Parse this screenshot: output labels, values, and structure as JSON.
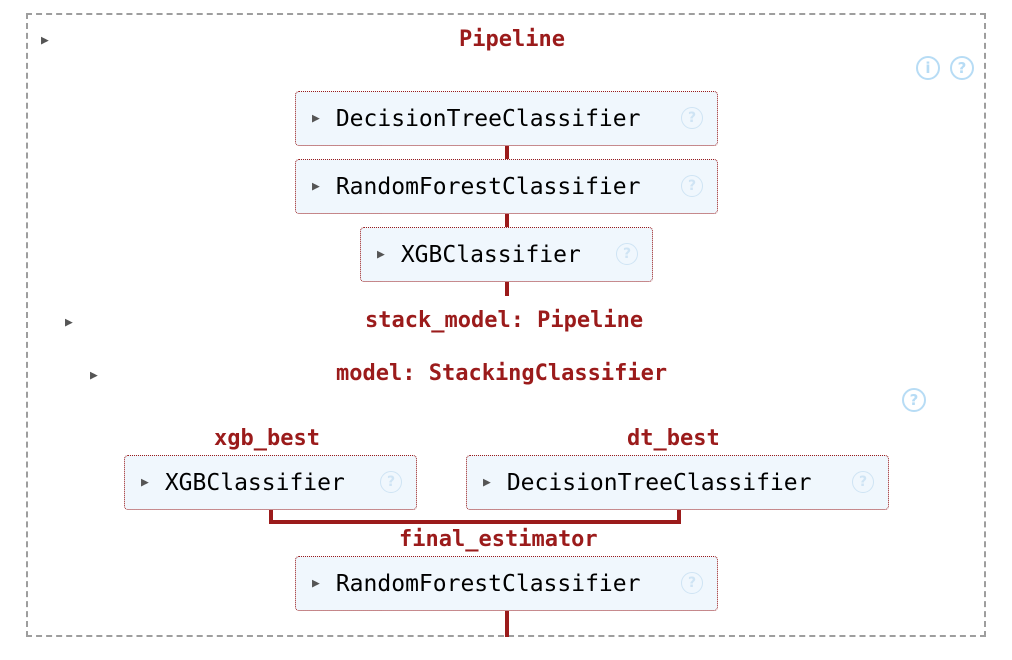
{
  "pipeline": {
    "title": "Pipeline",
    "info_icon_glyph": "i",
    "help_icon_glyph": "?"
  },
  "steps": [
    {
      "label": "DecisionTreeClassifier"
    },
    {
      "label": "RandomForestClassifier"
    },
    {
      "label": "XGBClassifier"
    }
  ],
  "stack_model": {
    "title": "stack_model: Pipeline"
  },
  "model": {
    "title": "model: StackingClassifier",
    "help_icon_glyph": "?"
  },
  "estimators": [
    {
      "name": "xgb_best",
      "label": "XGBClassifier"
    },
    {
      "name": "dt_best",
      "label": "DecisionTreeClassifier"
    }
  ],
  "final_estimator": {
    "name": "final_estimator",
    "label": "RandomForestClassifier"
  },
  "icons": {
    "toggle": "▶",
    "help": "?"
  },
  "colors": {
    "accent": "#9b1b1b",
    "estimator_bg": "#f0f7fd",
    "help_icon": "#b7dcf5",
    "border": "#9e9e9e"
  }
}
